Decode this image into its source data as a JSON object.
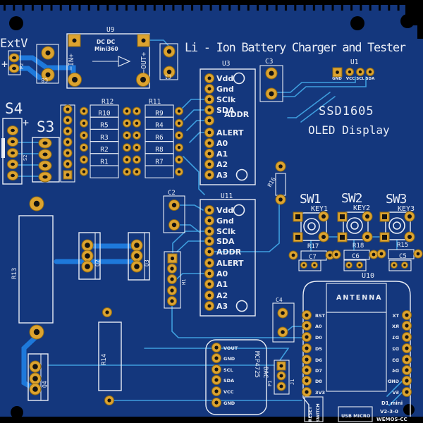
{
  "colors": {
    "board": "#14377D",
    "silkscreen": "#E9EDF5",
    "pad_gold": "#DCA32F",
    "trace_thin": "#3E9EDE",
    "trace_thick": "#1E79DB",
    "edge_black": "#000000"
  },
  "silk": {
    "title": "Li - Ion Battery Charger and Tester",
    "display_line1": "SSD1605",
    "display_line2": "OLED Display",
    "ext_v": "ExtV",
    "plus_ext": "+",
    "plus_s": "+"
  },
  "components": {
    "p2": "P2",
    "c8": "C8",
    "c1": "C1",
    "c2": "C2",
    "c3": "C3",
    "c4": "C4",
    "u9": {
      "ref": "U9",
      "line1": "DC DC",
      "line2": "Mini360",
      "left_pin": "−IN+",
      "right_pin": "−OUT+"
    },
    "u1": {
      "ref": "U1",
      "pins": [
        "GND",
        "VCC",
        "SCL",
        "SDA"
      ]
    },
    "u3": {
      "ref": "U3"
    },
    "u11": {
      "ref": "U11"
    },
    "adc_pins": [
      "Vdd",
      "Gnd",
      "SClk",
      "SDA",
      "ADDR",
      "ALERT",
      "A0",
      "A1",
      "A2",
      "A3"
    ],
    "s4": "S4",
    "s3": "S3",
    "s3_aux": "S2",
    "r12": {
      "ref": "R12",
      "values": [
        "R10",
        "R5",
        "R3",
        "R2",
        "R1"
      ]
    },
    "r11": {
      "ref": "R11",
      "values": [
        "R9",
        "R4",
        "R6",
        "R8",
        "R7"
      ]
    },
    "q2": "Q2",
    "q3": "Q3",
    "q4": "Q4",
    "h1": "H1",
    "r13": "R13",
    "r14": "R14",
    "r16": "R16",
    "switches": [
      {
        "ref": "SW1",
        "key": "KEY1"
      },
      {
        "ref": "SW2",
        "key": "KEY2"
      },
      {
        "ref": "SW3",
        "key": "KEY3"
      }
    ],
    "rc_pairs": [
      {
        "r": "R17",
        "c": "C7"
      },
      {
        "r": "R18",
        "c": "C6"
      },
      {
        "r": "R15",
        "c": "C5"
      }
    ],
    "u10": {
      "ref": "U10",
      "antenna": "ANTENNA",
      "left_pins": [
        "RST",
        "A0",
        "D0",
        "D5",
        "D6",
        "D7",
        "D8",
        "3V3"
      ],
      "right_pins": [
        "TX",
        "RX",
        "D1",
        "D2",
        "D3",
        "D4",
        "GND",
        "5V"
      ],
      "model": "D1 mini",
      "version": "V2-3-0",
      "brand": "WEMOS-CC",
      "usb": "USB MICRO",
      "reset_line1": "RESET",
      "reset_line2": "SWITCH"
    },
    "dac": {
      "name": "MCP4725",
      "type": "DAC",
      "pins": [
        "VOUT",
        "GND",
        "SCL",
        "SDA",
        "VCC",
        "GND"
      ]
    },
    "j1": {
      "ref": "J1",
      "alt": "P1"
    }
  }
}
